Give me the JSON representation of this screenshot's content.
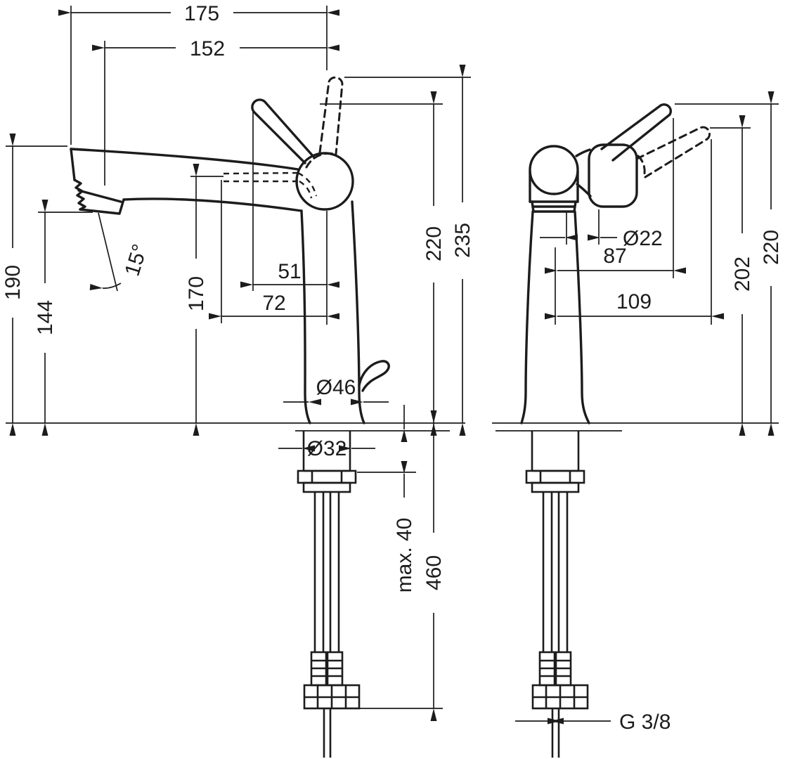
{
  "colors": {
    "background": "#ffffff",
    "ink": "#1c1c1c"
  },
  "left_view": {
    "dims": {
      "total_reach": "175",
      "spout_reach": "152",
      "spout_height": "190",
      "outlet_height": "144",
      "spout_angle": "15°",
      "channel_height": "170",
      "lever_offset": "51",
      "channel_offset": "72",
      "base_diameter": "Ø46",
      "shank_diameter": "Ø32",
      "lever_height": "220",
      "lever_raised_height": "235",
      "max_deck_thickness": "max. 40",
      "hose_length": "460"
    }
  },
  "right_view": {
    "dims": {
      "neck_diameter": "Ø22",
      "lever_side_reach": "87",
      "lever_side_reach_raised": "109",
      "lever_side_raised_height": "202",
      "lever_side_height": "220",
      "connection_thread": "G 3/8"
    }
  }
}
